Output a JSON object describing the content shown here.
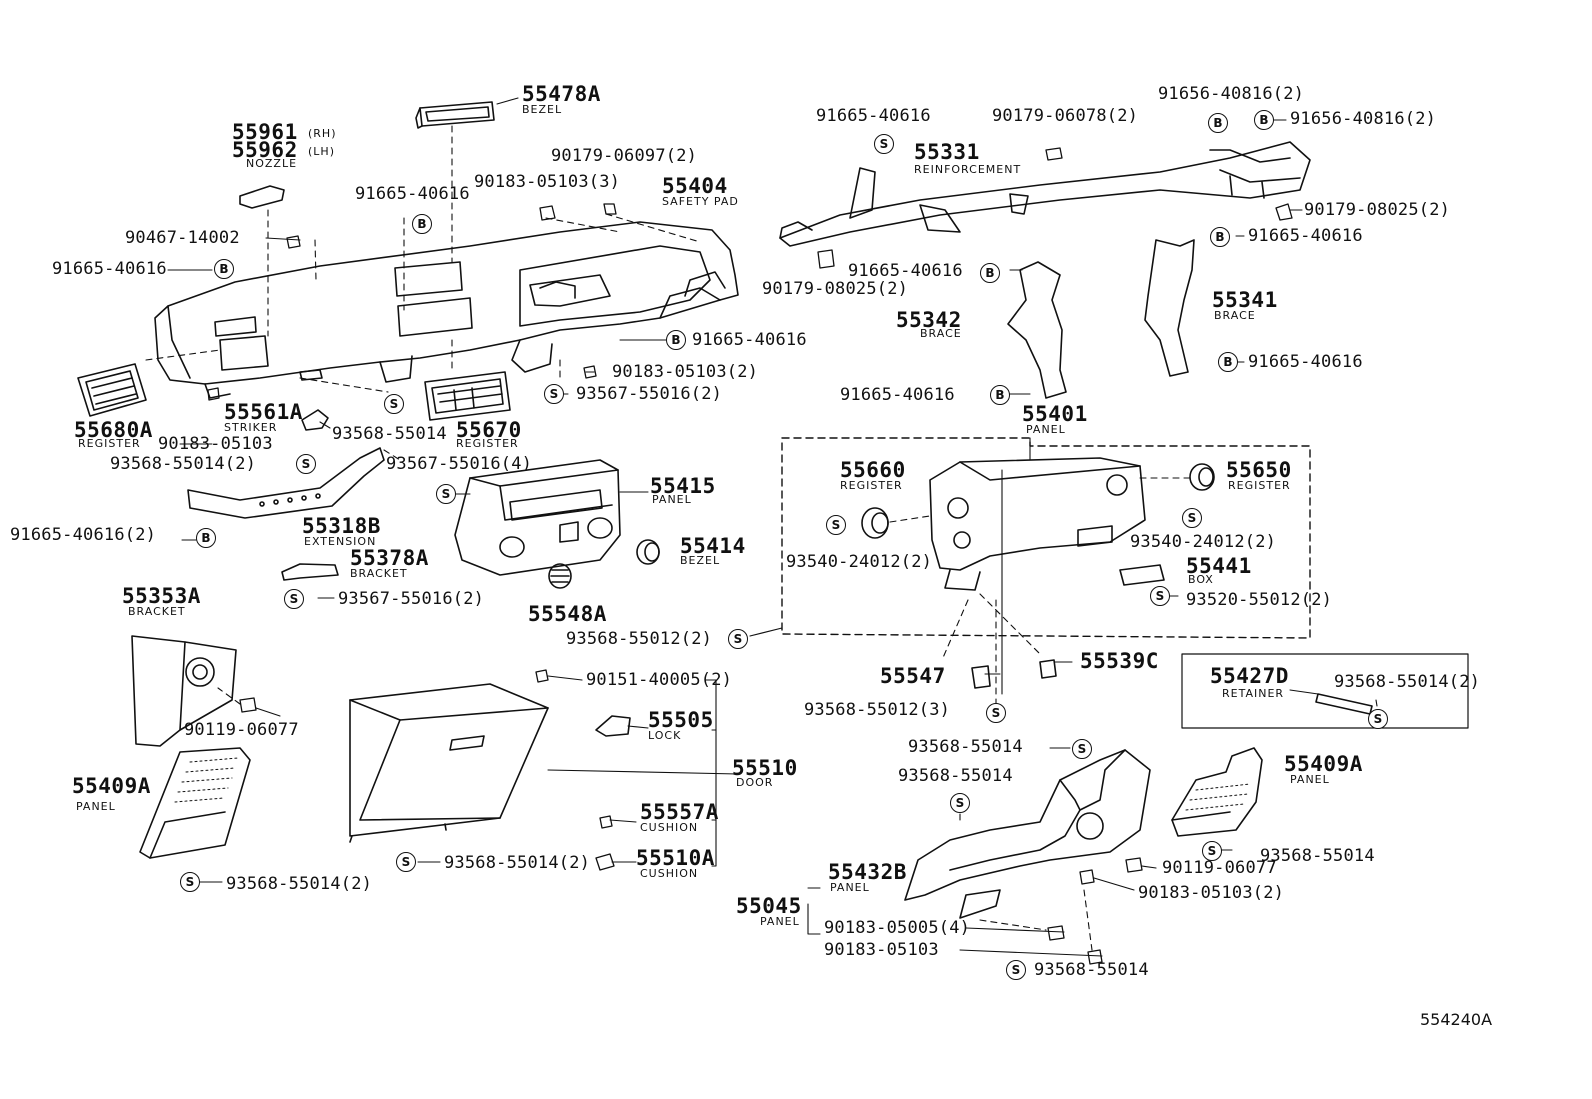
{
  "diagram": {
    "reference_code": "554240A",
    "fastener_badges": {
      "s": "S",
      "b": "B"
    },
    "parts": [
      {
        "id": "p01",
        "number": "55478A",
        "name": "BEZEL"
      },
      {
        "id": "p02",
        "number": "55961",
        "name": "(RH)"
      },
      {
        "id": "p03",
        "number": "55962",
        "name": "(LH)"
      },
      {
        "id": "p04",
        "number": "",
        "name": "NOZZLE"
      },
      {
        "id": "p05",
        "number": "90179-06097(2)",
        "name": ""
      },
      {
        "id": "p06",
        "number": "90183-05103(3)",
        "name": ""
      },
      {
        "id": "p07",
        "number": "55404",
        "name": "SAFETY PAD"
      },
      {
        "id": "p08",
        "number": "91665-40616",
        "name": ""
      },
      {
        "id": "p09",
        "number": "90467-14002",
        "name": ""
      },
      {
        "id": "p10",
        "number": "91665-40616",
        "name": ""
      },
      {
        "id": "p11",
        "number": "91665-40616",
        "name": ""
      },
      {
        "id": "p12",
        "number": "90183-05103(2)",
        "name": ""
      },
      {
        "id": "p13",
        "number": "93567-55016(2)",
        "name": ""
      },
      {
        "id": "p14",
        "number": "55680A",
        "name": "REGISTER"
      },
      {
        "id": "p15",
        "number": "55561A",
        "name": "STRIKER"
      },
      {
        "id": "p16",
        "number": "90183-05103",
        "name": ""
      },
      {
        "id": "p17",
        "number": "93568-55014",
        "name": ""
      },
      {
        "id": "p18",
        "number": "55670",
        "name": "REGISTER"
      },
      {
        "id": "p19",
        "number": "93568-55014(2)",
        "name": ""
      },
      {
        "id": "p20",
        "number": "93567-55016(4)",
        "name": ""
      },
      {
        "id": "p21",
        "number": "55415",
        "name": "PANEL"
      },
      {
        "id": "p22",
        "number": "91665-40616(2)",
        "name": ""
      },
      {
        "id": "p23",
        "number": "55318B",
        "name": "EXTENSION"
      },
      {
        "id": "p24",
        "number": "55378A",
        "name": "BRACKET"
      },
      {
        "id": "p25",
        "number": "55414",
        "name": "BEZEL"
      },
      {
        "id": "p26",
        "number": "93567-55016(2)",
        "name": ""
      },
      {
        "id": "p27",
        "number": "55548A",
        "name": ""
      },
      {
        "id": "p28",
        "number": "55353A",
        "name": "BRACKET"
      },
      {
        "id": "p29",
        "number": "90119-06077",
        "name": ""
      },
      {
        "id": "p30",
        "number": "55409A",
        "name": "PANEL"
      },
      {
        "id": "p31",
        "number": "93568-55014(2)",
        "name": ""
      },
      {
        "id": "p32",
        "number": "90151-40005(2)",
        "name": ""
      },
      {
        "id": "p33",
        "number": "55505",
        "name": "LOCK"
      },
      {
        "id": "p34",
        "number": "55510",
        "name": "DOOR"
      },
      {
        "id": "p35",
        "number": "55557A",
        "name": "CUSHION"
      },
      {
        "id": "p36",
        "number": "93568-55014(2)",
        "name": ""
      },
      {
        "id": "p37",
        "number": "55510A",
        "name": "CUSHION"
      },
      {
        "id": "p38",
        "number": "91665-40616",
        "name": ""
      },
      {
        "id": "p39",
        "number": "90179-06078(2)",
        "name": ""
      },
      {
        "id": "p40",
        "number": "91656-40816(2)",
        "name": ""
      },
      {
        "id": "p41",
        "number": "91656-40816(2)",
        "name": ""
      },
      {
        "id": "p42",
        "number": "55331",
        "name": "REINFORCEMENT"
      },
      {
        "id": "p43",
        "number": "90179-08025(2)",
        "name": ""
      },
      {
        "id": "p44",
        "number": "91665-40616",
        "name": ""
      },
      {
        "id": "p45",
        "number": "91665-40616",
        "name": ""
      },
      {
        "id": "p46",
        "number": "90179-08025(2)",
        "name": ""
      },
      {
        "id": "p47",
        "number": "55342",
        "name": "BRACE"
      },
      {
        "id": "p48",
        "number": "55341",
        "name": "BRACE"
      },
      {
        "id": "p49",
        "number": "91665-40616",
        "name": ""
      },
      {
        "id": "p50",
        "number": "91665-40616",
        "name": ""
      },
      {
        "id": "p51",
        "number": "55401",
        "name": "PANEL"
      },
      {
        "id": "p52",
        "number": "55660",
        "name": "REGISTER"
      },
      {
        "id": "p53",
        "number": "55650",
        "name": "REGISTER"
      },
      {
        "id": "p54",
        "number": "93540-24012(2)",
        "name": ""
      },
      {
        "id": "p55",
        "number": "93540-24012(2)",
        "name": ""
      },
      {
        "id": "p56",
        "number": "55441",
        "name": "BOX"
      },
      {
        "id": "p57",
        "number": "93520-55012(2)",
        "name": ""
      },
      {
        "id": "p58",
        "number": "93568-55012(2)",
        "name": ""
      },
      {
        "id": "p59",
        "number": "55547",
        "name": ""
      },
      {
        "id": "p60",
        "number": "55539C",
        "name": ""
      },
      {
        "id": "p61",
        "number": "55427D",
        "name": "RETAINER"
      },
      {
        "id": "p62",
        "number": "93568-55014(2)",
        "name": ""
      },
      {
        "id": "p63",
        "number": "93568-55012(3)",
        "name": ""
      },
      {
        "id": "p64",
        "number": "93568-55014",
        "name": ""
      },
      {
        "id": "p65",
        "number": "93568-55014",
        "name": ""
      },
      {
        "id": "p66",
        "number": "55409A",
        "name": "PANEL"
      },
      {
        "id": "p67",
        "number": "93568-55014",
        "name": ""
      },
      {
        "id": "p68",
        "number": "90119-06077",
        "name": ""
      },
      {
        "id": "p69",
        "number": "90183-05103(2)",
        "name": ""
      },
      {
        "id": "p70",
        "number": "55432B",
        "name": "PANEL"
      },
      {
        "id": "p71",
        "number": "55045",
        "name": "PANEL"
      },
      {
        "id": "p72",
        "number": "90183-05005(4)",
        "name": ""
      },
      {
        "id": "p73",
        "number": "90183-05103",
        "name": ""
      },
      {
        "id": "p74",
        "number": "93568-55014",
        "name": ""
      }
    ]
  }
}
